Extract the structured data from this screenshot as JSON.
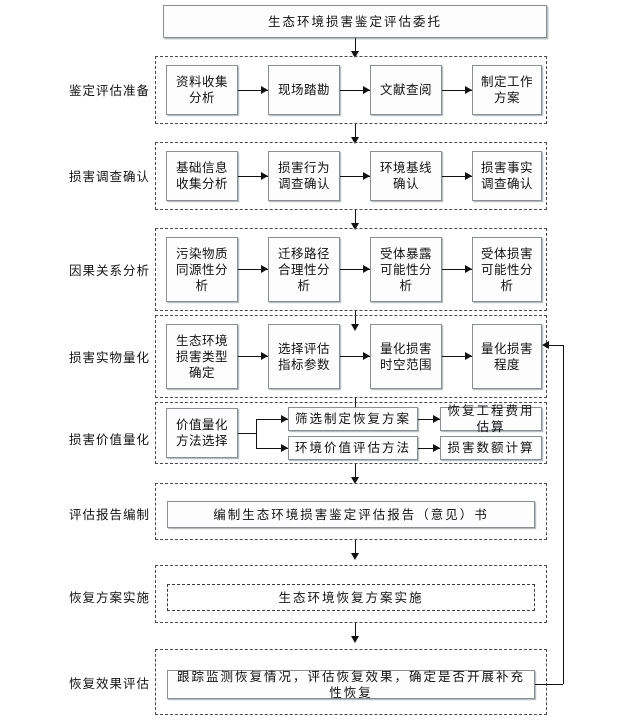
{
  "diagram": {
    "title_box": "生态环境损害鉴定评估委托",
    "stages": [
      {
        "id": "prep",
        "label": "鉴定评估准备",
        "nodes": [
          "资料收集\n分析",
          "现场踏勘",
          "文献查阅",
          "制定工作\n方案"
        ]
      },
      {
        "id": "investigation",
        "label": "损害调查确认",
        "nodes": [
          "基础信息\n收集分析",
          "损害行为\n调查确认",
          "环境基线\n确认",
          "损害事实\n调查确认"
        ]
      },
      {
        "id": "causation",
        "label": "因果关系分析",
        "nodes": [
          "污染物质\n同源性分\n析",
          "迁移路径\n合理性分\n析",
          "受体暴露\n可能性分\n析",
          "受体损害\n可能性分\n析"
        ]
      },
      {
        "id": "physical-quantification",
        "label": "损害实物量化",
        "nodes": [
          "生态环境\n损害类型\n确定",
          "选择评估\n指标参数",
          "量化损害\n时空范围",
          "量化损害\n程度"
        ]
      },
      {
        "id": "value-quantification",
        "label": "损害价值量化",
        "root_node": "价值量化\n方法选择",
        "branches": [
          {
            "mid": "筛选制定恢复方案",
            "end": "恢复工程费用估算"
          },
          {
            "mid": "环境价值评估方法",
            "end": "损害数额计算"
          }
        ]
      },
      {
        "id": "report",
        "label": "评估报告编制",
        "nodes": [
          "编制生态环境损害鉴定评估报告（意见）书"
        ]
      },
      {
        "id": "restoration",
        "label": "恢复方案实施",
        "nodes": [
          "生态环境恢复方案实施"
        ]
      },
      {
        "id": "effect-evaluation",
        "label": "恢复效果评估",
        "nodes": [
          "跟踪监测恢复情况，评估恢复效果，确定是否开展补充性恢复"
        ]
      }
    ],
    "colors": {
      "node_border": "#8a8f96",
      "band_border": "#4a4a4a",
      "connector": "#111111",
      "background": "#ffffff"
    }
  }
}
